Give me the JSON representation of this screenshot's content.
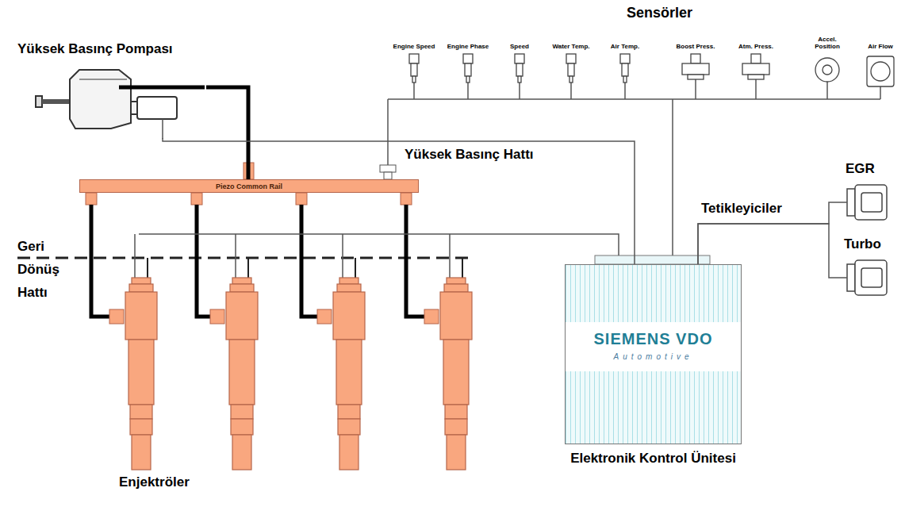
{
  "diagram": {
    "nodes": [
      {
        "text": [
          "Yüksek Basınç Pompası"
        ]
      },
      {
        "text": [
          "Piezo Common Rail"
        ]
      },
      {
        "text": [
          "SIEMENS VDO",
          "Automotive",
          "Elektronik Kontrol Ünitesi"
        ]
      },
      {
        "text": [
          "EGR"
        ]
      },
      {
        "text": [
          "Turbo"
        ]
      }
    ],
    "edges": [
      {
        "from": 0,
        "to": 1,
        "arrow": "none"
      },
      {
        "from": 2,
        "to": 0,
        "arrow": "none"
      },
      {
        "from": 2,
        "to": 3,
        "arrow": "none"
      },
      {
        "from": 2,
        "to": 4,
        "arrow": "none"
      }
    ],
    "labels": [
      "Sensörler",
      "Engine Speed",
      "Engine Phase",
      "Speed",
      "Water Temp.",
      "Air Temp.",
      "Boost Press.",
      "Atm. Press.",
      "Accel. Position",
      "Air Flow",
      "Yüksek Basınç Hattı",
      "Geri Dönüş Hattı",
      "Enjektröler",
      "Tetikleyiciler"
    ]
  }
}
